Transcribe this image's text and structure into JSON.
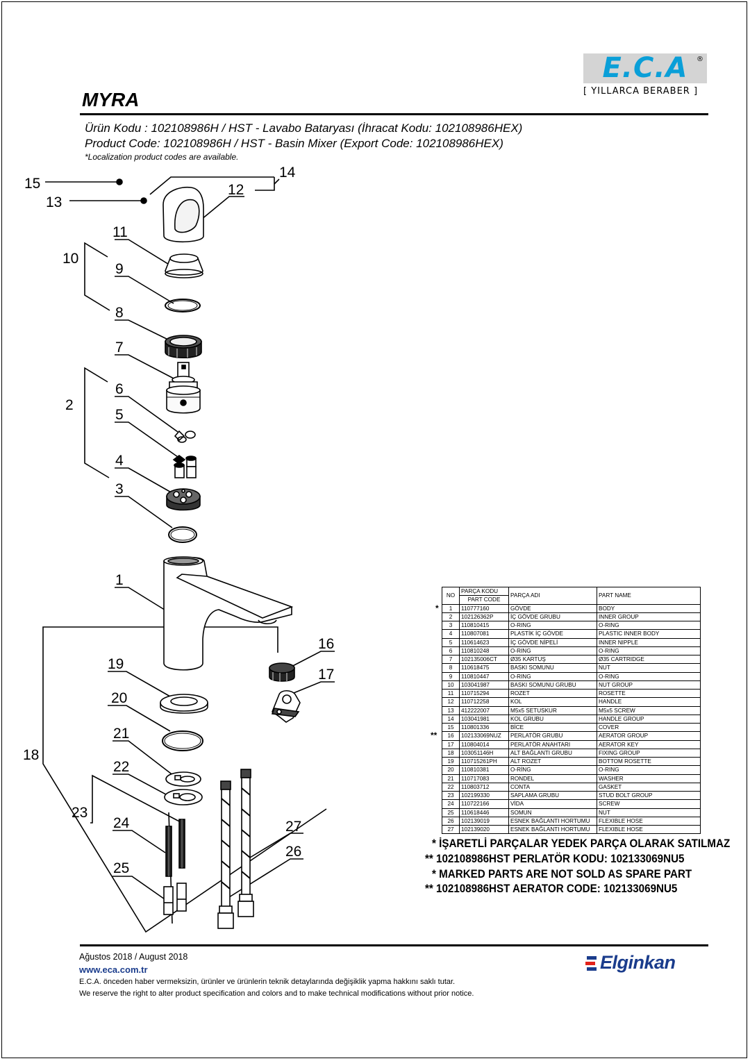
{
  "brand": {
    "logo": "E.C.A",
    "registered": "®",
    "slogan": "[ YILLARCA BERABER ]"
  },
  "model": "MYRA",
  "product": {
    "line_tr": "Ürün Kodu : 102108986H / HST - Lavabo Bataryası (İhracat Kodu: 102108986HEX)",
    "line_en": "Product Code: 102108986H / HST - Basin Mixer (Export Code: 102108986HEX)",
    "note": "*Localization product codes are available."
  },
  "callouts": [
    "15",
    "13",
    "14",
    "12",
    "11",
    "10",
    "9",
    "8",
    "7",
    "6",
    "2",
    "5",
    "4",
    "3",
    "1",
    "16",
    "17",
    "19",
    "20",
    "21",
    "18",
    "22",
    "23",
    "24",
    "27",
    "26",
    "25"
  ],
  "table": {
    "headers": {
      "no": "NO",
      "code_tr": "PARÇA KODU",
      "code_en": "PART CODE",
      "name_tr": "PARÇA ADI",
      "name_en": "PART NAME"
    },
    "rows": [
      {
        "no": "1",
        "code": "110777160",
        "name_tr": "GÖVDE",
        "name_en": "BODY",
        "mark": "*"
      },
      {
        "no": "2",
        "code": "102126362P",
        "name_tr": "İÇ GÖVDE GRUBU",
        "name_en": "INNER GROUP",
        "mark": ""
      },
      {
        "no": "3",
        "code": "110810415",
        "name_tr": "O-RING",
        "name_en": "O-RING",
        "mark": ""
      },
      {
        "no": "4",
        "code": "110807081",
        "name_tr": "PLASTİK İÇ GÖVDE",
        "name_en": "PLASTIC INNER BODY",
        "mark": ""
      },
      {
        "no": "5",
        "code": "110614623",
        "name_tr": "İÇ GÖVDE NİPELİ",
        "name_en": "INNER NIPPLE",
        "mark": ""
      },
      {
        "no": "6",
        "code": "110810248",
        "name_tr": "O-RING",
        "name_en": "O-RING",
        "mark": ""
      },
      {
        "no": "7",
        "code": "102135006CT",
        "name_tr": "Ø35 KARTUŞ",
        "name_en": "Ø35 CARTRIDGE",
        "mark": ""
      },
      {
        "no": "8",
        "code": "110618475",
        "name_tr": "BASKI SOMUNU",
        "name_en": "NUT",
        "mark": ""
      },
      {
        "no": "9",
        "code": "110810447",
        "name_tr": " O-RING",
        "name_en": " O-RING",
        "mark": ""
      },
      {
        "no": "10",
        "code": "103041987",
        "name_tr": "BASKI SOMUNU GRUBU",
        "name_en": "NUT GROUP",
        "mark": ""
      },
      {
        "no": "11",
        "code": "110715294",
        "name_tr": "ROZET",
        "name_en": "ROSETTE",
        "mark": ""
      },
      {
        "no": "12",
        "code": "110712258",
        "name_tr": "KOL",
        "name_en": "HANDLE",
        "mark": ""
      },
      {
        "no": "13",
        "code": "412222007",
        "name_tr": "M5x5 SETUSKUR",
        "name_en": "M5x5 SCREW",
        "mark": ""
      },
      {
        "no": "14",
        "code": "103041981",
        "name_tr": "KOL GRUBU",
        "name_en": "HANDLE GROUP",
        "mark": ""
      },
      {
        "no": "15",
        "code": "110801336",
        "name_tr": "BİCE",
        "name_en": "COVER",
        "mark": ""
      },
      {
        "no": "16",
        "code": "102133069NUZ",
        "name_tr": "PERLATÖR GRUBU",
        "name_en": "AERATOR GROUP",
        "mark": "**"
      },
      {
        "no": "17",
        "code": "110804014",
        "name_tr": "PERLATÖR ANAHTARI",
        "name_en": "AERATOR KEY",
        "mark": ""
      },
      {
        "no": "18",
        "code": "103051146H",
        "name_tr": "ALT BAĞLANTI GRUBU",
        "name_en": "FIXING GROUP",
        "mark": ""
      },
      {
        "no": "19",
        "code": "110715261PH",
        "name_tr": "ALT ROZET",
        "name_en": "BOTTOM ROSETTE",
        "mark": ""
      },
      {
        "no": "20",
        "code": "110810381",
        "name_tr": "O-RİNG",
        "name_en": "O-RING",
        "mark": ""
      },
      {
        "no": "21",
        "code": "110717083",
        "name_tr": "RONDEL",
        "name_en": "WASHER",
        "mark": ""
      },
      {
        "no": "22",
        "code": "110803712",
        "name_tr": "CONTA",
        "name_en": "GASKET",
        "mark": ""
      },
      {
        "no": "23",
        "code": "102199330",
        "name_tr": "SAPLAMA GRUBU",
        "name_en": "STUD BOLT GROUP",
        "mark": ""
      },
      {
        "no": "24",
        "code": "110722166",
        "name_tr": "VİDA",
        "name_en": "SCREW",
        "mark": ""
      },
      {
        "no": "25",
        "code": "110618446",
        "name_tr": "SOMUN",
        "name_en": "NUT",
        "mark": ""
      },
      {
        "no": "26",
        "code": "102139019",
        "name_tr": "ESNEK BAĞLANTI HORTUMU",
        "name_en": "FLEXIBLE HOSE",
        "mark": ""
      },
      {
        "no": "27",
        "code": "102139020",
        "name_tr": "ESNEK BAĞLANTI HORTUMU",
        "name_en": "FLEXIBLE HOSE",
        "mark": ""
      }
    ]
  },
  "notes": [
    "* İŞARETLİ PARÇALAR YEDEK PARÇA OLARAK SATILMAZ",
    "** 102108986HST PERLATÖR KODU: 102133069NU5",
    "* MARKED PARTS ARE NOT SOLD AS SPARE PART",
    "** 102108986HST AERATOR CODE: 102133069NU5"
  ],
  "footer": {
    "date": "Ağustos 2018 / August 2018",
    "url": "www.eca.com.tr",
    "disclaimer_tr": "E.C.A. önceden haber vermeksizin, ürünler ve ürünlerin teknik detaylarında değişiklik yapma hakkını saklı tutar.",
    "disclaimer_en": "We reserve the right to alter product specification and colors and to make technical modifications without prior notice.",
    "distributor": "Elginkan"
  },
  "colors": {
    "eca_blue": "#0a9fd8",
    "logo_bg": "#d4d4d4",
    "elginkan_blue": "#1a3c8c",
    "elginkan_red": "#e2231a"
  }
}
